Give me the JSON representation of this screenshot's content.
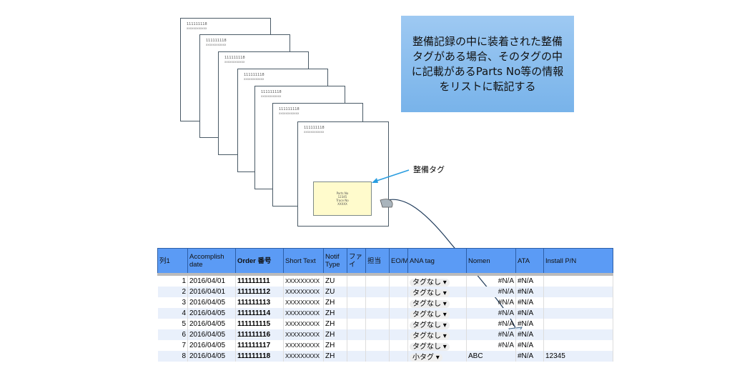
{
  "pages": [
    {
      "line1": "111111118",
      "line2": "xxxxxxxxxxxx"
    }
  ],
  "tag": {
    "lines": [
      "Parts No",
      "12345",
      "Trace No",
      "XXXXX"
    ]
  },
  "tag_label": "整備タグ",
  "note": "整備記録の中に装着された整備タグがある場合、そのタグの中に記載があるParts No等の情報をリストに転記する",
  "table": {
    "headers": [
      "列1",
      "Accomplish date",
      "Order 番号",
      "Short Text",
      "Notif Type",
      "ファイ",
      "担当",
      "EO/M",
      "ANA tag",
      "Nomen",
      "ATA",
      "Install P/N"
    ],
    "rows": [
      [
        "1",
        "2016/04/01",
        "111111111",
        "XXXXXXXXX",
        "ZU",
        "",
        "",
        "",
        "タグなし",
        "#N/A",
        "#N/A",
        ""
      ],
      [
        "2",
        "2016/04/01",
        "111111112",
        "XXXXXXXXX",
        "ZU",
        "",
        "",
        "",
        "タグなし",
        "#N/A",
        "#N/A",
        ""
      ],
      [
        "3",
        "2016/04/05",
        "111111113",
        "XXXXXXXXX",
        "ZH",
        "",
        "",
        "",
        "タグなし",
        "#N/A",
        "#N/A",
        ""
      ],
      [
        "4",
        "2016/04/05",
        "111111114",
        "XXXXXXXXX",
        "ZH",
        "",
        "",
        "",
        "タグなし",
        "#N/A",
        "#N/A",
        ""
      ],
      [
        "5",
        "2016/04/05",
        "111111115",
        "XXXXXXXXX",
        "ZH",
        "",
        "",
        "",
        "タグなし",
        "#N/A",
        "#N/A",
        ""
      ],
      [
        "6",
        "2016/04/05",
        "111111116",
        "XXXXXXXXX",
        "ZH",
        "",
        "",
        "",
        "タグなし",
        "#N/A",
        "#N/A",
        ""
      ],
      [
        "7",
        "2016/04/05",
        "111111117",
        "XXXXXXXXX",
        "ZH",
        "",
        "",
        "",
        "タグなし",
        "#N/A",
        "#N/A",
        ""
      ],
      [
        "8",
        "2016/04/05",
        "111111118",
        "XXXXXXXXX",
        "ZH",
        "",
        "",
        "",
        "小タグ",
        "ABC",
        "#N/A",
        "12345"
      ]
    ]
  }
}
